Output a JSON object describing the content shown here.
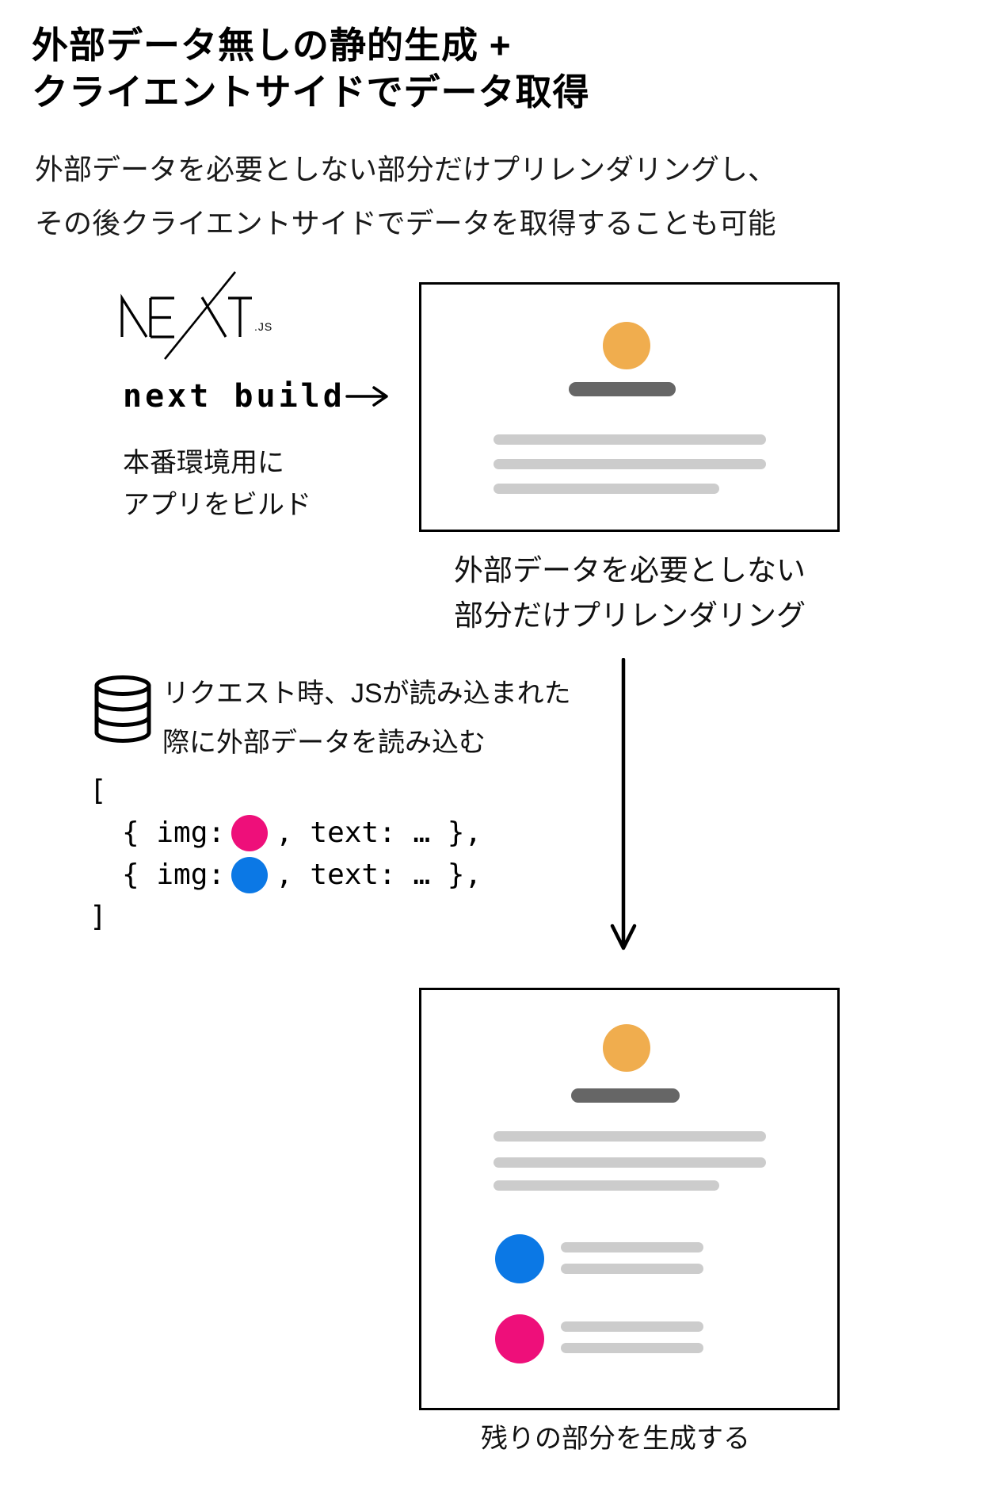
{
  "title": {
    "line1": "外部データ無しの静的生成 +",
    "line2": "クライエントサイドでデータ取得"
  },
  "subtitle": {
    "line1": "外部データを必要としない部分だけプリレンダリングし、",
    "line2": "その後クライエントサイドでデータを取得することも可能"
  },
  "build_step": {
    "logo_word": "NEXT",
    "logo_suffix": ".JS",
    "command": "next build",
    "arrow_glyph": "→",
    "caption_line1": "本番環境用に",
    "caption_line2": "アプリをビルド"
  },
  "prerender_caption": {
    "line1": "外部データを必要としない",
    "line2": "部分だけプリレンダリング"
  },
  "fetch_step": {
    "note_line1": "リクエスト時、JSが読み込まれた",
    "note_line2": "際に外部データを読み込む"
  },
  "code": {
    "line1": "[",
    "line2_prefix": "{ img:",
    "line2_suffix": ", text: … },",
    "line2_img_color": "pink",
    "line3_prefix": "{ img:",
    "line3_suffix": ", text: … },",
    "line3_img_color": "blue",
    "line4": "]"
  },
  "result_caption": "残りの部分を生成する",
  "colors": {
    "accent_orange": "#F0AD4E",
    "accent_pink": "#EE0F7A",
    "accent_blue": "#0B78E5",
    "skeleton_dark": "#666666",
    "skeleton_light": "#CCCCCC",
    "ink": "#000000"
  }
}
